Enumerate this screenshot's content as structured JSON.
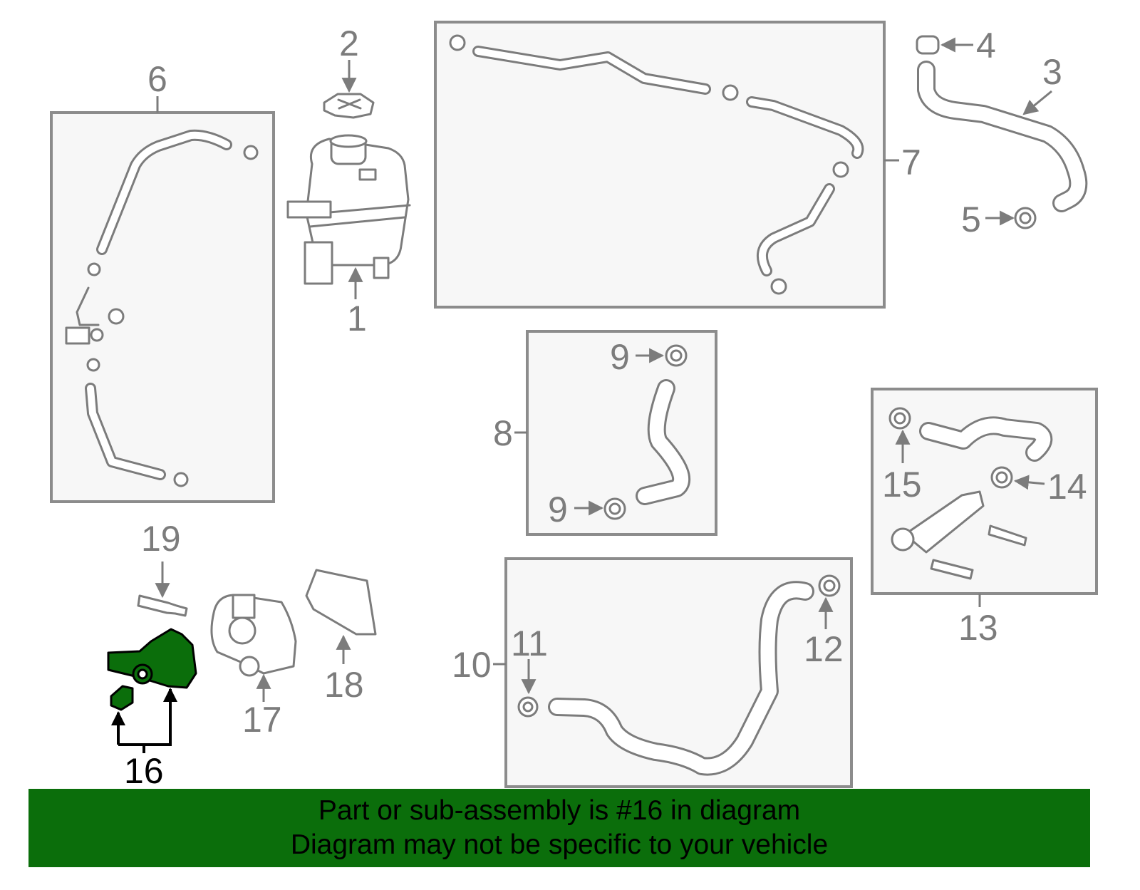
{
  "diagram": {
    "callouts": [
      "1",
      "2",
      "3",
      "4",
      "5",
      "6",
      "7",
      "8",
      "9",
      "9",
      "10",
      "11",
      "12",
      "13",
      "14",
      "15",
      "16",
      "17",
      "18",
      "19"
    ],
    "highlighted_part": "16",
    "colors": {
      "highlight": "#0b6e0b",
      "banner": "#0b6e0b",
      "line": "#7c7c7c",
      "box_fill": "#f7f7f7"
    }
  },
  "banner": {
    "line1": "Part or sub-assembly is #16 in diagram",
    "line2": "Diagram may not be specific to your vehicle"
  }
}
